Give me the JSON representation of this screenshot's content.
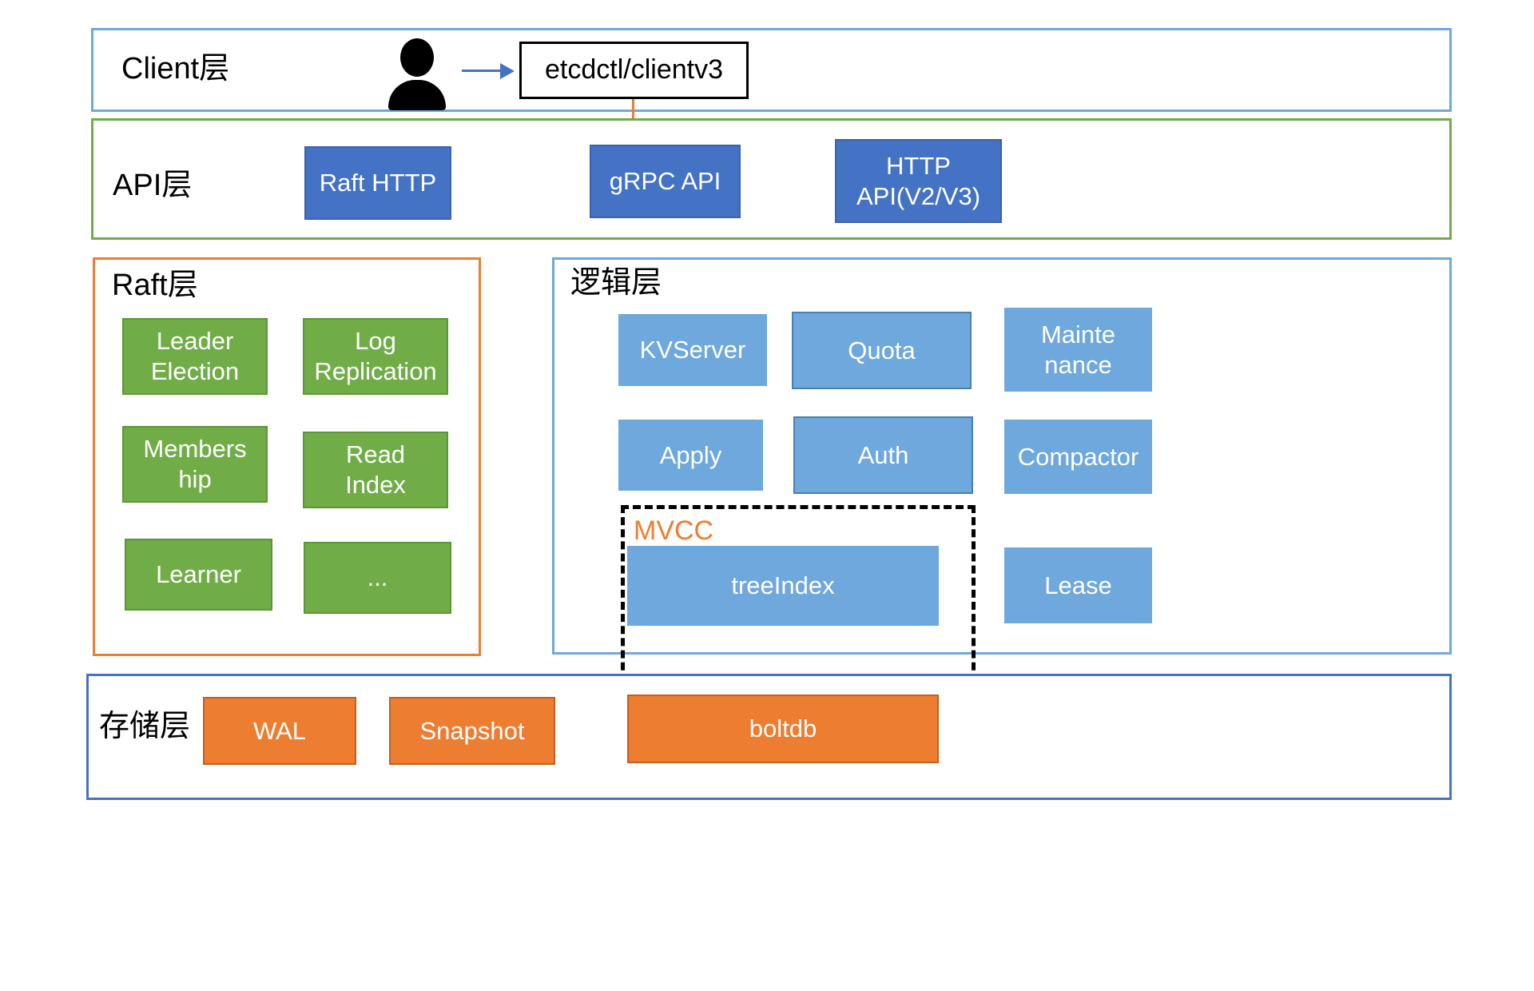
{
  "diagram": {
    "title": "etcd architecture layers",
    "colors": {
      "client_frame": "#6FA8DC",
      "api_frame": "#70AD47",
      "raft_frame": "#ED7D31",
      "logic_frame": "#6FA8DC",
      "storage_frame": "#4472C4",
      "api_node": "#4472C4",
      "raft_node": "#70AD47",
      "logic_node": "#6FA8DC",
      "storage_node": "#ED7D31",
      "mvcc_label": "#ED7D31",
      "user_arrow": "#4472C4",
      "client_to_api_arrow": "#ED7D31",
      "dashed_group": "#000000"
    }
  },
  "client_layer": {
    "title": "Client层",
    "user_icon": "person-icon",
    "arrow_icon": "arrow-right-icon",
    "client_box": "etcdctl/clientv3"
  },
  "api_layer": {
    "title": "API层",
    "nodes": [
      {
        "label": "Raft HTTP"
      },
      {
        "label": "gRPC API"
      },
      {
        "label_line1": "HTTP",
        "label_line2": "API(V2/V3)"
      }
    ]
  },
  "raft_layer": {
    "title": "Raft层",
    "nodes": [
      {
        "line1": "Leader",
        "line2": "Election"
      },
      {
        "line1": "Log",
        "line2": "Replication"
      },
      {
        "line1": "Members",
        "line2": "hip"
      },
      {
        "line1": "Read",
        "line2": "Index"
      },
      {
        "line1": "Learner",
        "line2": ""
      },
      {
        "line1": "...",
        "line2": ""
      }
    ]
  },
  "logic_layer": {
    "title": "逻辑层",
    "nodes": [
      {
        "label": "KVServer"
      },
      {
        "label": "Quota"
      },
      {
        "line1": "Mainte",
        "line2": "nance"
      },
      {
        "label": "Apply"
      },
      {
        "label": "Auth"
      },
      {
        "label": "Compactor"
      },
      {
        "label": "treeIndex"
      },
      {
        "label": "Lease"
      }
    ]
  },
  "mvcc_group": {
    "label": "MVCC",
    "members": [
      "treeIndex",
      "boltdb"
    ]
  },
  "storage_layer": {
    "title": "存储层",
    "nodes": [
      {
        "label": "WAL"
      },
      {
        "label": "Snapshot"
      },
      {
        "label": "boltdb"
      }
    ]
  }
}
